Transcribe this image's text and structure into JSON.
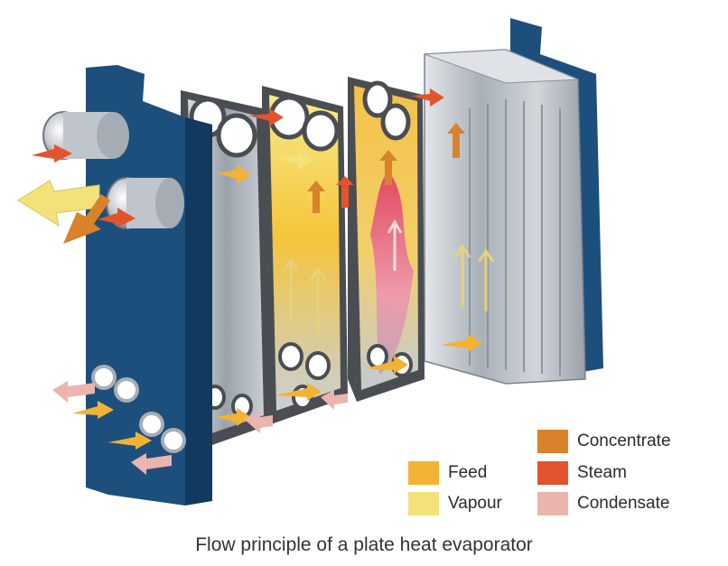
{
  "legend": [
    {
      "id": "concentrate",
      "label": "Concentrate",
      "color": "#d9822b"
    },
    {
      "id": "steam",
      "label": "Steam",
      "color": "#e2542e"
    },
    {
      "id": "condensate",
      "label": "Condensate",
      "color": "#ebb4ac"
    },
    {
      "id": "feed",
      "label": "Feed",
      "color": "#f2b233"
    },
    {
      "id": "vapour",
      "label": "Vapour",
      "color": "#f3e27a"
    }
  ],
  "caption": "Flow principle of a plate heat evaporator",
  "colors": {
    "frame": "#1d4f7c",
    "frame_edge": "#123a5e",
    "plate_frame": "#4a4d52",
    "plate_metal": "#b9c0c8",
    "pressure_plate": "#c9ced4",
    "nozzle": "#d8dce0"
  }
}
